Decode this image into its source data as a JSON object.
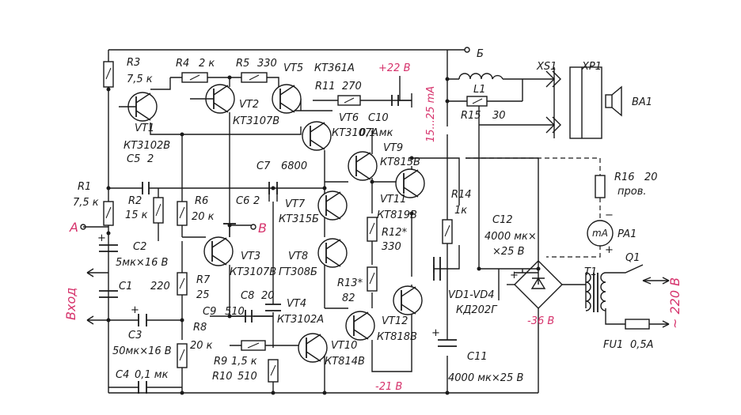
{
  "colors": {
    "ink": "#1a1a1a",
    "annotation": "#d6336c",
    "background": "#ffffff"
  },
  "labels": {
    "R3": "R3",
    "R3v": "7,5 к",
    "R4": "R4",
    "R4v": "2 к",
    "R5": "R5",
    "R5v": "330",
    "VT5": "VT5",
    "VT5t": "КТ361А",
    "plus22": "+22 В",
    "B_top": "Б",
    "XS1": "XS1",
    "XP1": "XP1",
    "L1": "L1",
    "R15": "R15",
    "R15v": "30",
    "BA1": "BA1",
    "VT1": "VT1",
    "VT1t": "КТ3102В",
    "VT2": "VT2",
    "VT2t": "КТ3107В",
    "R11": "R11",
    "R11v": "270",
    "C10": "C10",
    "C10v": "0,1 мк",
    "VT6": "VT6",
    "VT6t": "КТ3107А",
    "current": "15...25 mA",
    "VT9": "VT9",
    "VT9t": "КТ815В",
    "C5": "C5",
    "C5v": "2",
    "C7": "C7",
    "C7v": "6800",
    "R1": "R1",
    "R1v": "7,5 к",
    "R2": "R2",
    "R2v": "15 к",
    "R6": "R6",
    "R6v": "20 к",
    "C6": "C6",
    "C6v": "2",
    "VT7": "VT7",
    "VT7t": "КТ315Б",
    "VT11": "VT11",
    "VT11t": "КТ819В",
    "R14": "R14",
    "R14v": "1к",
    "R16": "R16",
    "R16v": "20",
    "R16t": "пров.",
    "A": "А",
    "B_mid": "В",
    "R12": "R12*",
    "R12v": "330",
    "C12": "C12",
    "C12v": "4000 мк×",
    "C12v2": "×25 В",
    "PA1": "PA1",
    "mA": "mA",
    "C2": "C2",
    "C2v": "5мк×16 В",
    "VT3": "VT3",
    "VT3t": "КТ3107В",
    "VT8": "VT8",
    "VT8t": "ГТ308Б",
    "Q1": "Q1",
    "T1": "T1",
    "C1": "C1",
    "C1v": "220",
    "R7": "R7",
    "R7v": "25",
    "R13": "R13*",
    "R13v": "82",
    "VD": "VD1-VD4",
    "VDt": "КД202Г",
    "input": "Вход",
    "C8": "C8",
    "C8v": "20",
    "VT4": "VT4",
    "VT4t": "КТ3102А",
    "C9": "C9",
    "C9v": "510",
    "R8": "R8",
    "R8v": "20 к",
    "VT12": "VT12",
    "VT12t": "КТ818В",
    "minus36": "-36 В",
    "mains": "~ 220 В",
    "C3": "C3",
    "C3v": "50мк×16 В",
    "R9": "R9",
    "R9v": "1,5 к",
    "R10": "R10",
    "R10v": "510",
    "VT10": "VT10",
    "VT10t": "КТ814В",
    "FU1": "FU1",
    "FU1v": "0,5А",
    "C4": "C4",
    "C4v": "0,1 мк",
    "minus21": "-21 В",
    "C11": "C11",
    "C11v": "4000 мк×25 В",
    "plus_c2": "+",
    "plus_c3": "+",
    "plus_c12": "+",
    "plus_c11": "+",
    "plus_pa": "+",
    "minus_pa": "−"
  }
}
